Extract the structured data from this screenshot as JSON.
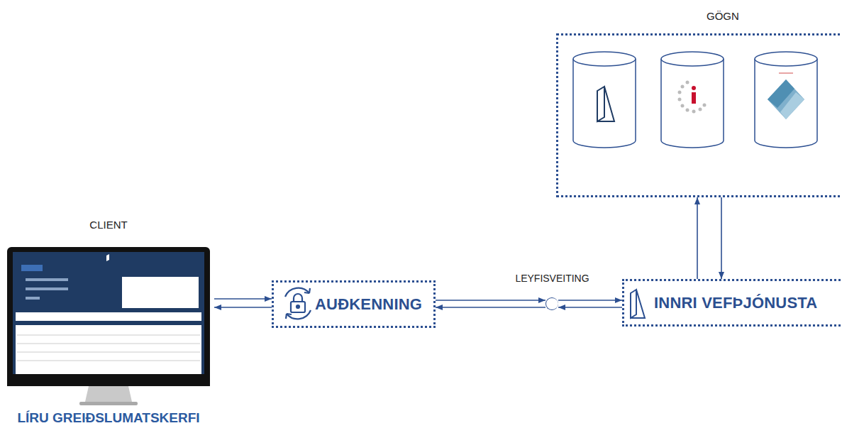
{
  "diagram": {
    "nodes": [
      {
        "text": [
          "GÖGN"
        ]
      },
      {
        "text": [
          "CLIENT",
          "LÍRU GREIÐSLUMATSKERFI"
        ]
      },
      {
        "text": [
          "AUÐKENNING"
        ]
      },
      {
        "text": [
          "LEYFISVEITING"
        ]
      },
      {
        "text": [
          "INNRI VEFÞJÓNUSTA"
        ]
      }
    ],
    "edges": [
      {
        "from": 1,
        "to": 2,
        "arrow": "both"
      },
      {
        "from": 2,
        "to": 3,
        "arrow": "both"
      },
      {
        "from": 3,
        "to": 4,
        "arrow": "both"
      },
      {
        "from": 4,
        "to": 0,
        "arrow": "both"
      }
    ]
  }
}
